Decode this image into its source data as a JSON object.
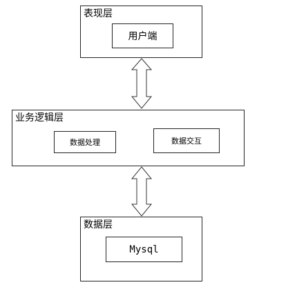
{
  "diagram": {
    "presentation_layer": {
      "title": "表现层",
      "component": "用户端"
    },
    "business_layer": {
      "title": "业务逻辑层",
      "components": [
        "数据处理",
        "数据交互"
      ]
    },
    "data_layer": {
      "title": "数据层",
      "component": "Mysql"
    },
    "connectors": [
      "bidirectional",
      "bidirectional"
    ]
  }
}
